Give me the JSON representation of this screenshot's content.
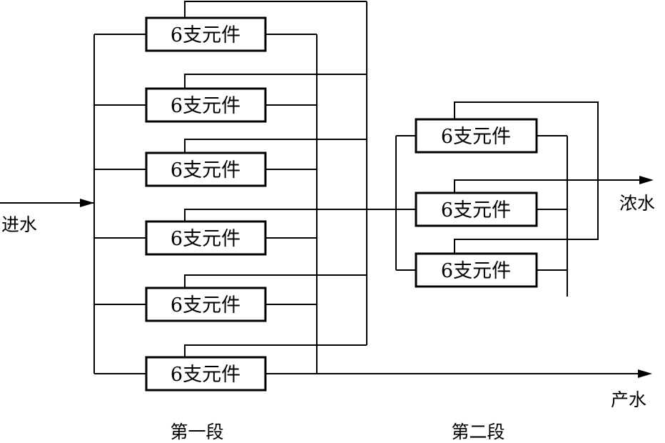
{
  "inputs": {
    "feed_label": "进水"
  },
  "outputs": {
    "concentrate_label": "浓水",
    "permeate_label": "产水"
  },
  "stages": [
    {
      "label": "第一段",
      "vessels": [
        "6支元件",
        "6支元件",
        "6支元件",
        "6支元件",
        "6支元件",
        "6支元件"
      ]
    },
    {
      "label": "第二段",
      "vessels": [
        "6支元件",
        "6支元件",
        "6支元件"
      ]
    }
  ],
  "colors": {
    "line": "#000000",
    "background": "#ffffff"
  }
}
